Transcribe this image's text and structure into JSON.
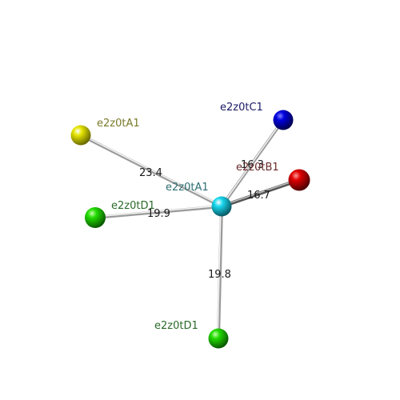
{
  "nodes": [
    {
      "id": "center",
      "label": "e2z0tA1",
      "color": "#18d8ee",
      "label_color": "#2f6f73"
    },
    {
      "id": "a",
      "label": "e2z0tA1",
      "color": "#e6e600",
      "label_color": "#7a7a2a"
    },
    {
      "id": "c",
      "label": "e2z0tC1",
      "color": "#0000e0",
      "label_color": "#1a1a66"
    },
    {
      "id": "b",
      "label": "e2z0tB1",
      "color": "#e00000",
      "label_color": "#6a2a2a"
    },
    {
      "id": "d1",
      "label": "e2z0tD1",
      "color": "#22dd00",
      "label_color": "#2a6a2a"
    },
    {
      "id": "d2",
      "label": "e2z0tD1",
      "color": "#22dd00",
      "label_color": "#2a6a2a"
    }
  ],
  "edges": [
    {
      "from": "center",
      "to": "a",
      "label": "23.4"
    },
    {
      "from": "center",
      "to": "c",
      "label": "16.3"
    },
    {
      "from": "center",
      "to": "b",
      "label": "16.7"
    },
    {
      "from": "center",
      "to": "d1",
      "label": "19.9"
    },
    {
      "from": "center",
      "to": "d2",
      "label": "19.8"
    }
  ]
}
